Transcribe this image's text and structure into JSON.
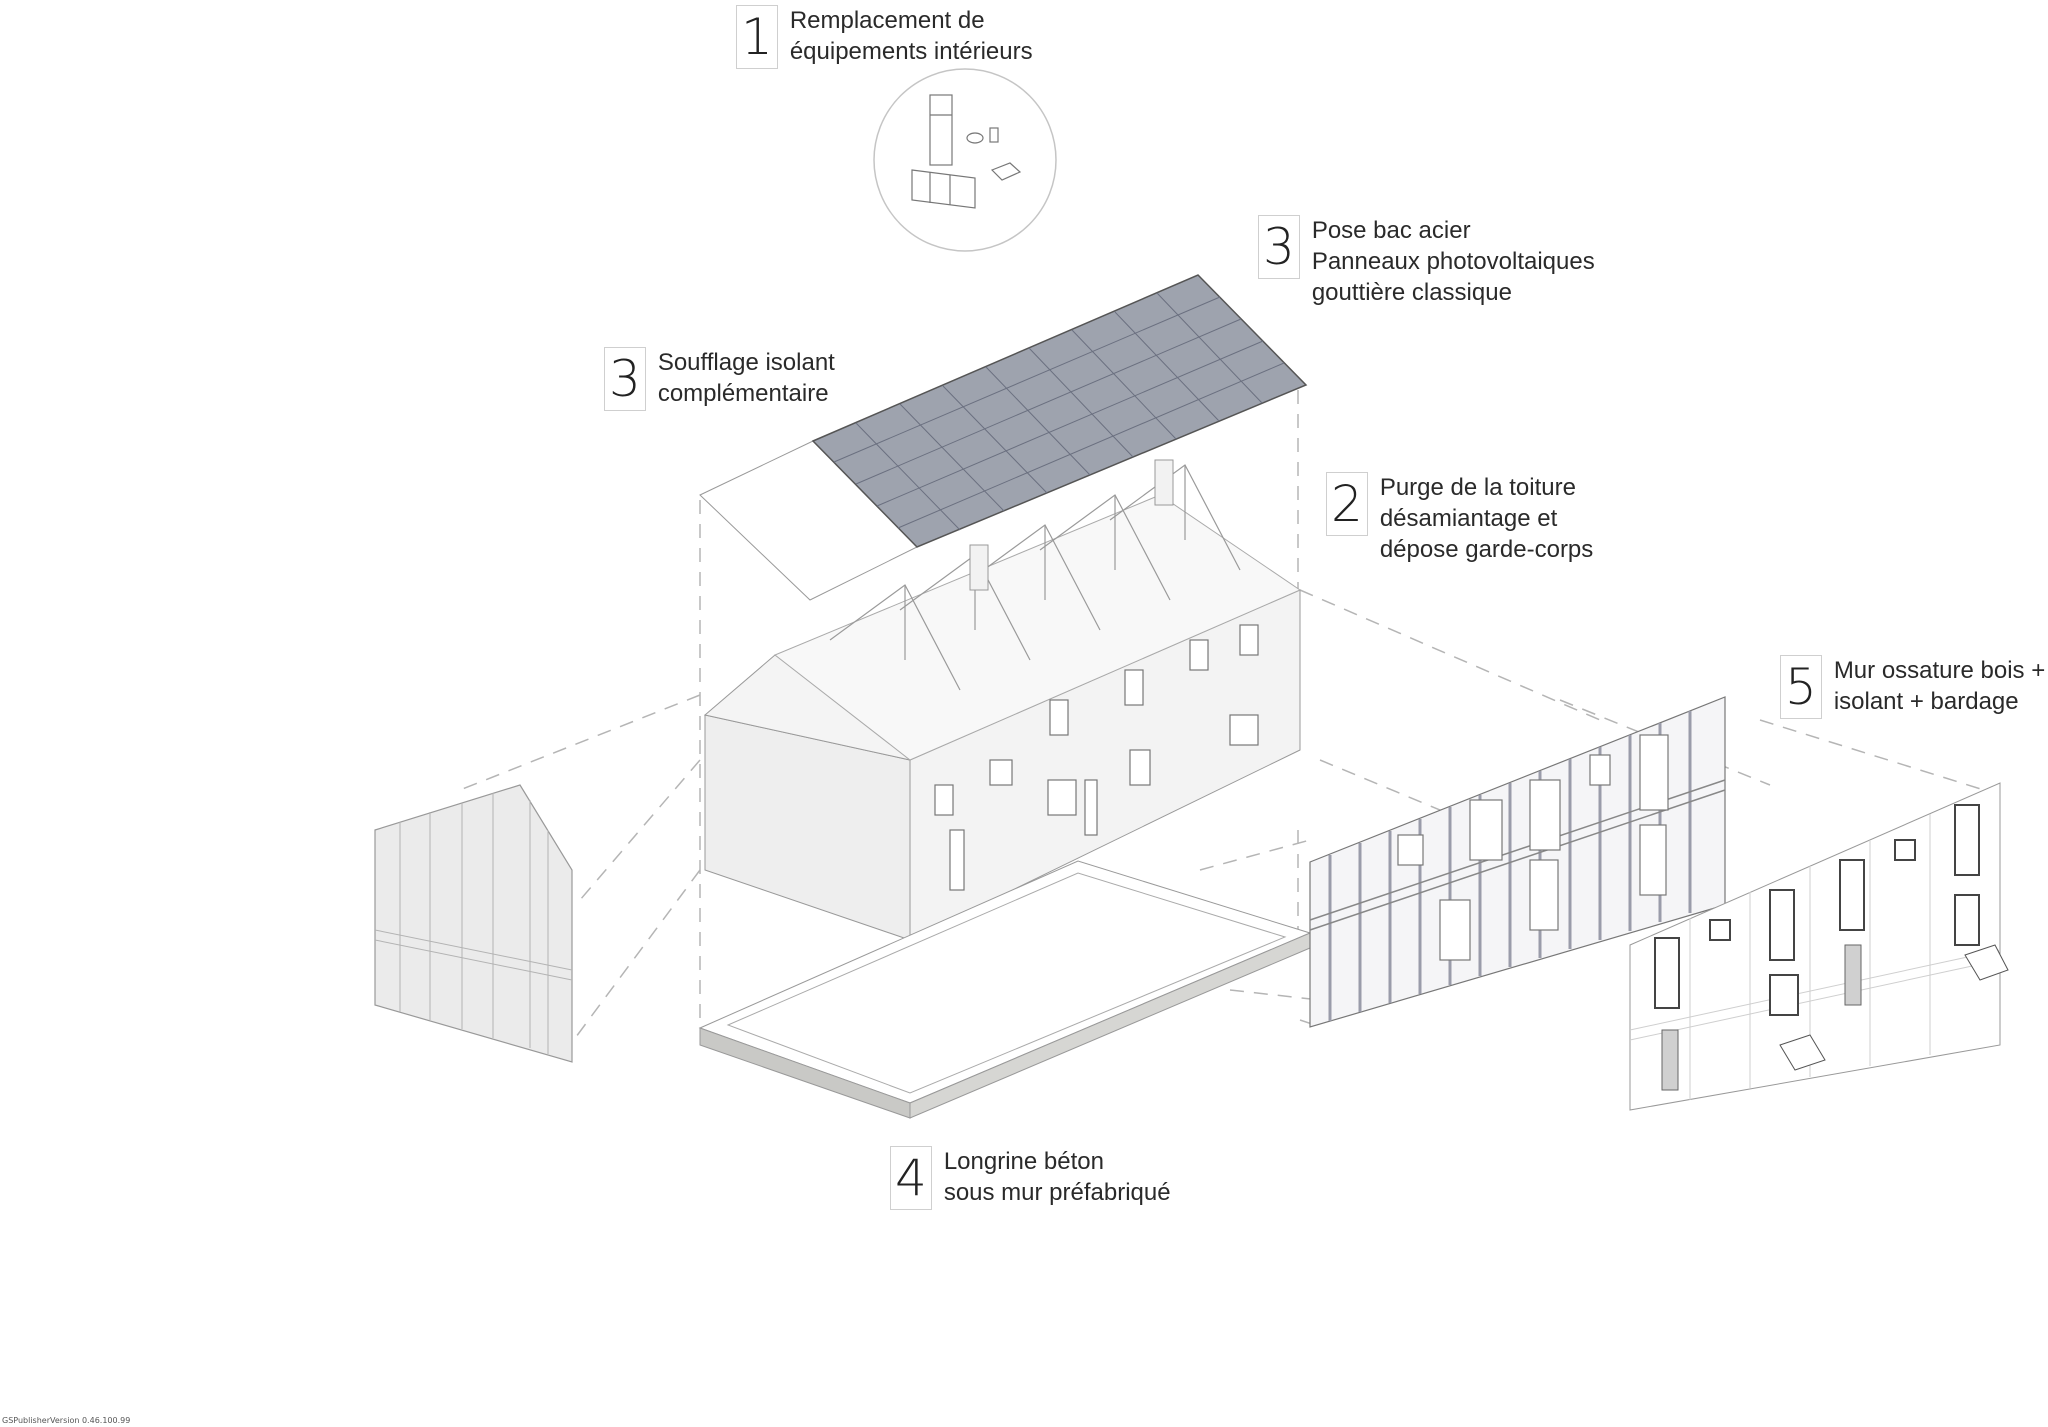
{
  "labels": [
    {
      "number": "1",
      "lines": [
        "Remplacement de",
        "équipements intérieurs"
      ]
    },
    {
      "number": "3",
      "lines": [
        "Pose bac acier",
        "Panneaux photovoltaiques",
        "gouttière classique"
      ]
    },
    {
      "number": "3",
      "lines": [
        "Soufflage isolant",
        "complémentaire"
      ]
    },
    {
      "number": "2",
      "lines": [
        "Purge de la toiture",
        "désamiantage et",
        "dépose garde-corps"
      ]
    },
    {
      "number": "5",
      "lines": [
        "Mur ossature bois +",
        "isolant + bardage"
      ]
    },
    {
      "number": "4",
      "lines": [
        "Longrine béton",
        "sous mur préfabriqué"
      ]
    }
  ],
  "footer": {
    "version": "GSPublisherVersion 0.46.100.99"
  },
  "colors": {
    "solar_panel": "#9ea3ae",
    "wall": "#ececec",
    "line": "#8a8a8a",
    "dash": "#b5b5b5",
    "foundation": "#c9c9c6"
  }
}
